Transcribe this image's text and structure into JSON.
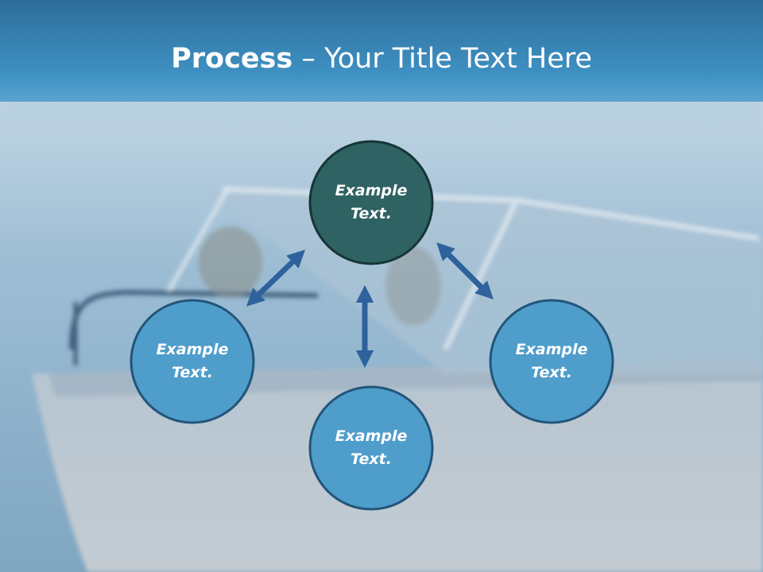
{
  "slide": {
    "title_bold": "Process",
    "title_dash": " – ",
    "title_rest": "Your Title Text Here"
  },
  "nodes": {
    "top": {
      "line1": "Example",
      "line2": "Text."
    },
    "left": {
      "line1": "Example",
      "line2": "Text."
    },
    "right": {
      "line1": "Example",
      "line2": "Text."
    },
    "bottom": {
      "line1": "Example",
      "line2": "Text."
    }
  },
  "colors": {
    "header": "#3a87b9",
    "top_node_fill": "#2f6262",
    "node_fill": "#4f9dcb",
    "node_stroke": "#1f4f6f",
    "arrow": "#2e629c"
  }
}
